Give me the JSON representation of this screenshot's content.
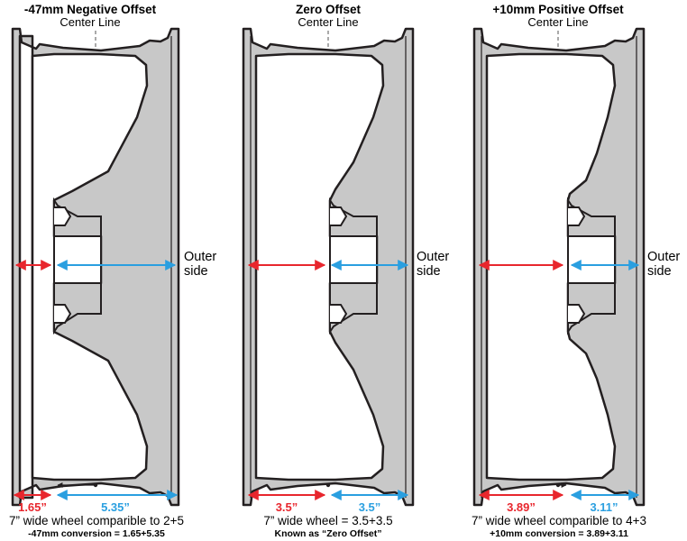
{
  "colors": {
    "red": "#e8262d",
    "blue": "#2a9fe0",
    "wheel_fill": "#c8c8c8",
    "outline": "#231f20"
  },
  "wheels": [
    {
      "title": "-47mm Negative Offset",
      "subtitle": "Center Line",
      "outer_label_1": "Outer",
      "outer_label_2": "side",
      "left_value": "1.65”",
      "right_value": "5.35”",
      "caption": "7” wide wheel comparible to 2+5",
      "subcaption": "-47mm conversion = 1.65+5.35"
    },
    {
      "title": "Zero Offset",
      "subtitle": "Center Line",
      "outer_label_1": "Outer",
      "outer_label_2": "side",
      "left_value": "3.5”",
      "right_value": "3.5”",
      "caption": "7” wide wheel = 3.5+3.5",
      "subcaption": "Known as “Zero Offset”"
    },
    {
      "title": "+10mm Positive Offset",
      "subtitle": "Center Line",
      "outer_label_1": "Outer",
      "outer_label_2": "side",
      "left_value": "3.89”",
      "right_value": "3.11”",
      "caption": "7” wide wheel comparible to 4+3",
      "subcaption": "+10mm conversion = 3.89+3.11"
    }
  ]
}
